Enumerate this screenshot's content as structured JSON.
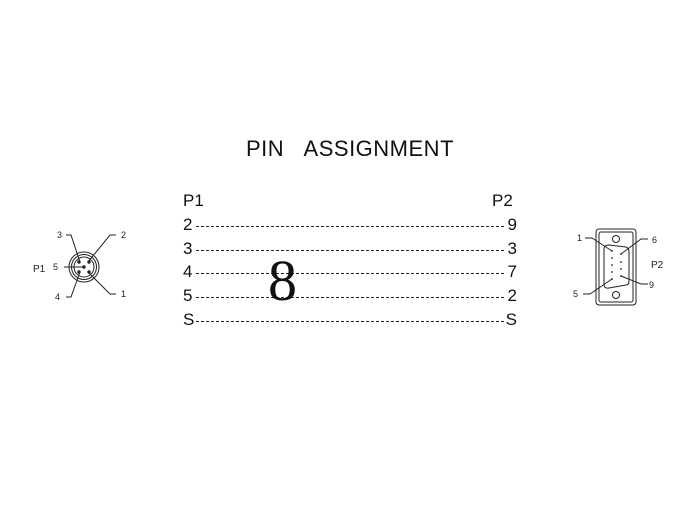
{
  "title": "PIN ASSIGNMENT",
  "headers": {
    "left": "P1",
    "right": "P2"
  },
  "wiring": [
    {
      "p1": "2",
      "p2": "9"
    },
    {
      "p1": "3",
      "p2": "3"
    },
    {
      "p1": "4",
      "p2": "7"
    },
    {
      "p1": "5",
      "p2": "2"
    },
    {
      "p1": "S",
      "p2": "S"
    }
  ],
  "marker": "8",
  "connector_p1": {
    "label": "P1",
    "pins": {
      "1": "1",
      "2": "2",
      "3": "3",
      "4": "4",
      "5": "5"
    }
  },
  "connector_p2": {
    "label": "P2",
    "pins": {
      "1": "1",
      "5": "5",
      "6": "6",
      "9": "9"
    }
  }
}
